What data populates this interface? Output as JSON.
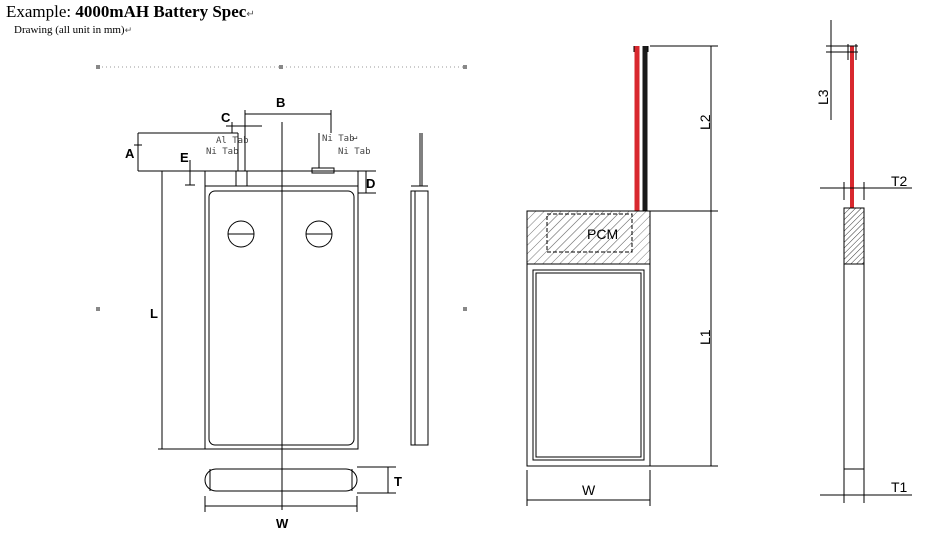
{
  "title": {
    "normal": "Example: ",
    "bold": "4000mAH Battery Spec",
    "mark": "↵"
  },
  "subtitle": {
    "text": "Drawing (all unit in mm)",
    "mark": "↵"
  },
  "left_drawing": {
    "dims": {
      "A": "A",
      "B": "B",
      "C": "C",
      "D": "D",
      "E": "E",
      "L": "L",
      "T": "T",
      "W": "W"
    },
    "tab_left": {
      "line1": "Al Tab",
      "line2": "Ni Tab"
    },
    "tab_right": {
      "line1": "Ni Tab",
      "line2": "Ni Tab"
    },
    "tab_mark": "↵"
  },
  "right_drawing": {
    "pcm": "PCM",
    "dims": {
      "L1": "L1",
      "L2": "L2",
      "L3": "L3",
      "W": "W",
      "T1": "T1",
      "T2": "T2"
    }
  },
  "colors": {
    "wire_red": "#d8282e",
    "wire_black": "#1a1a1a",
    "line": "#000000",
    "hatch": "#7a7a7a"
  }
}
